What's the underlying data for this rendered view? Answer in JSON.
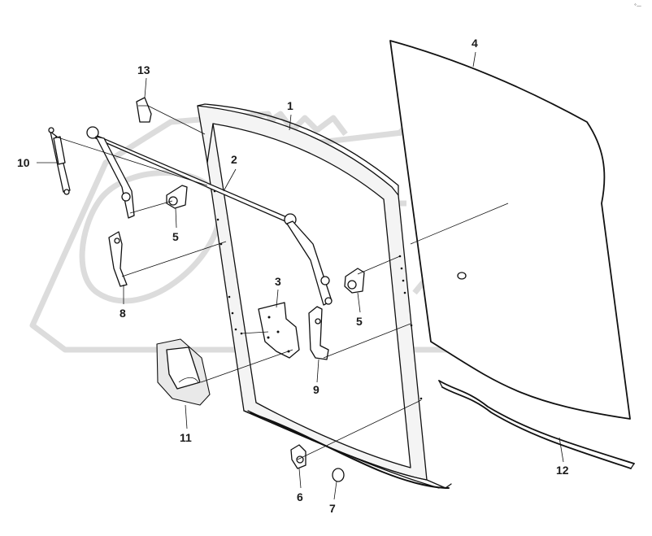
{
  "diagram": {
    "corner_mark": "°—",
    "callouts": [
      {
        "id": "1",
        "label": "1"
      },
      {
        "id": "2",
        "label": "2"
      },
      {
        "id": "3",
        "label": "3"
      },
      {
        "id": "4",
        "label": "4"
      },
      {
        "id": "5a",
        "label": "5"
      },
      {
        "id": "5b",
        "label": "5"
      },
      {
        "id": "6",
        "label": "6"
      },
      {
        "id": "7",
        "label": "7"
      },
      {
        "id": "8",
        "label": "8"
      },
      {
        "id": "9",
        "label": "9"
      },
      {
        "id": "10",
        "label": "10"
      },
      {
        "id": "11",
        "label": "11"
      },
      {
        "id": "12",
        "label": "12"
      },
      {
        "id": "13",
        "label": "13"
      }
    ]
  }
}
